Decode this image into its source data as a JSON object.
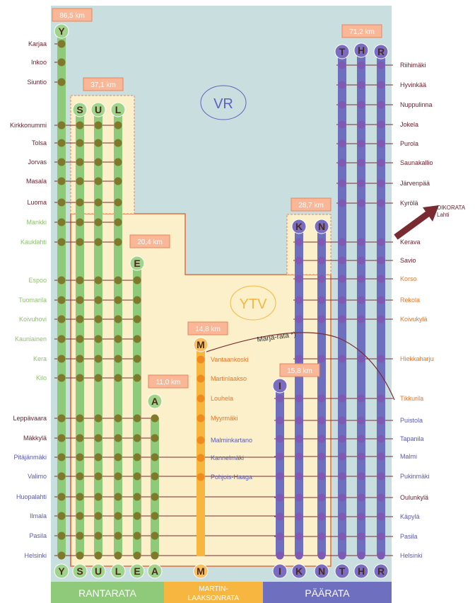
{
  "colors": {
    "vr_bg": "#c9dede",
    "ytv_bg": "#fbf0c9",
    "green": "#8fc97a",
    "green_dot": "#7f7a2b",
    "orange": "#f7b640",
    "orange_dot": "#f08c1f",
    "purple": "#6f6fbf",
    "purple_dot": "#7e5ab4",
    "km_box_fill": "#f9b798",
    "km_box_border": "#e8855a",
    "ytv_border": "#e07040",
    "maroon": "#7a2b32",
    "rantarata_bar": "#8fc97a",
    "martin_bar": "#f7b640",
    "paarata_bar": "#6f6fbf",
    "station_vr": "#6a1e2a",
    "station_ytv_green": "#8fbf70",
    "station_ytv_orange": "#e8762a",
    "station_ytv_purple": "#5a5ab0"
  },
  "vr_label": "VR",
  "ytv_label": "YTV",
  "oikorata_label_line1": "OIKORATA",
  "oikorata_label_line2": "Lahti",
  "marja_label": "Marja-rata *)",
  "distances": [
    "86,5 km",
    "37,1 km",
    "20,4 km",
    "11,0 km",
    "14,8 km",
    "15,8 km",
    "28,7 km",
    "71,2 km"
  ],
  "bottom_bars": {
    "rantarata": "RANTARATA",
    "martin_line1": "MARTIN-",
    "martin_line2": "LAAKSONRATA",
    "paarata": "PÄÄRATA"
  },
  "lines": [
    {
      "letter": "Y",
      "color": "green"
    },
    {
      "letter": "S",
      "color": "green"
    },
    {
      "letter": "U",
      "color": "green"
    },
    {
      "letter": "L",
      "color": "green"
    },
    {
      "letter": "E",
      "color": "green"
    },
    {
      "letter": "A",
      "color": "green"
    },
    {
      "letter": "M",
      "color": "orange"
    },
    {
      "letter": "I",
      "color": "purple"
    },
    {
      "letter": "K",
      "color": "purple"
    },
    {
      "letter": "N",
      "color": "purple"
    },
    {
      "letter": "T",
      "color": "purple"
    },
    {
      "letter": "H",
      "color": "purple"
    },
    {
      "letter": "R",
      "color": "purple"
    }
  ],
  "stations_left": [
    {
      "name": "Karjaa",
      "zone": "vr"
    },
    {
      "name": "Inkoo",
      "zone": "vr"
    },
    {
      "name": "Siuntio",
      "zone": "vr"
    },
    {
      "name": "Kirkkonummi",
      "zone": "vr"
    },
    {
      "name": "Tolsa",
      "zone": "vr"
    },
    {
      "name": "Jorvas",
      "zone": "vr"
    },
    {
      "name": "Masala",
      "zone": "vr"
    },
    {
      "name": "Luoma",
      "zone": "vr"
    },
    {
      "name": "Mankki",
      "zone": "ytv_green"
    },
    {
      "name": "Kauklahti",
      "zone": "ytv_green"
    },
    {
      "name": "Espoo",
      "zone": "ytv_green"
    },
    {
      "name": "Tuomarila",
      "zone": "ytv_green"
    },
    {
      "name": "Koivuhovi",
      "zone": "ytv_green"
    },
    {
      "name": "Kauniainen",
      "zone": "ytv_green"
    },
    {
      "name": "Kera",
      "zone": "ytv_green"
    },
    {
      "name": "Kilo",
      "zone": "ytv_green"
    },
    {
      "name": "Leppävaara",
      "zone": "vr"
    },
    {
      "name": "Mäkkylä",
      "zone": "vr"
    },
    {
      "name": "Pitäjänmäki",
      "zone": "ytv_purple"
    },
    {
      "name": "Valimo",
      "zone": "ytv_purple"
    },
    {
      "name": "Huopalahti",
      "zone": "ytv_purple"
    },
    {
      "name": "Ilmala",
      "zone": "ytv_purple"
    },
    {
      "name": "Pasila",
      "zone": "ytv_purple"
    },
    {
      "name": "Helsinki",
      "zone": "ytv_purple"
    }
  ],
  "stations_martin": [
    "Vantaankoski",
    "Martinlaakso",
    "Louhela",
    "Myyrmäki",
    "Malminkartano",
    "Kannelmäki",
    "Pohjois-Haaga"
  ],
  "stations_right": [
    {
      "name": "Riihimäki",
      "zone": "vr"
    },
    {
      "name": "Hyvinkää",
      "zone": "vr"
    },
    {
      "name": "Nuppulinna",
      "zone": "vr"
    },
    {
      "name": "Jokela",
      "zone": "vr"
    },
    {
      "name": "Purola",
      "zone": "vr"
    },
    {
      "name": "Saunakallio",
      "zone": "vr"
    },
    {
      "name": "Järvenpää",
      "zone": "vr"
    },
    {
      "name": "Kyrölä",
      "zone": "vr"
    },
    {
      "name": "Kerava",
      "zone": "vr"
    },
    {
      "name": "Savio",
      "zone": "vr"
    },
    {
      "name": "Korso",
      "zone": "ytv_orange"
    },
    {
      "name": "Rekola",
      "zone": "ytv_orange"
    },
    {
      "name": "Koivukylä",
      "zone": "ytv_orange"
    },
    {
      "name": "Hiekkaharju",
      "zone": "ytv_orange"
    },
    {
      "name": "Tikkurila",
      "zone": "ytv_orange"
    },
    {
      "name": "Puistola",
      "zone": "ytv_purple"
    },
    {
      "name": "Tapanila",
      "zone": "ytv_purple"
    },
    {
      "name": "Malmi",
      "zone": "ytv_purple"
    },
    {
      "name": "Pukinmäki",
      "zone": "ytv_purple"
    },
    {
      "name": "Oulunkylä",
      "zone": "vr"
    },
    {
      "name": "Käpylä",
      "zone": "ytv_purple"
    },
    {
      "name": "Pasila",
      "zone": "ytv_purple"
    },
    {
      "name": "Helsinki",
      "zone": "ytv_purple"
    }
  ]
}
